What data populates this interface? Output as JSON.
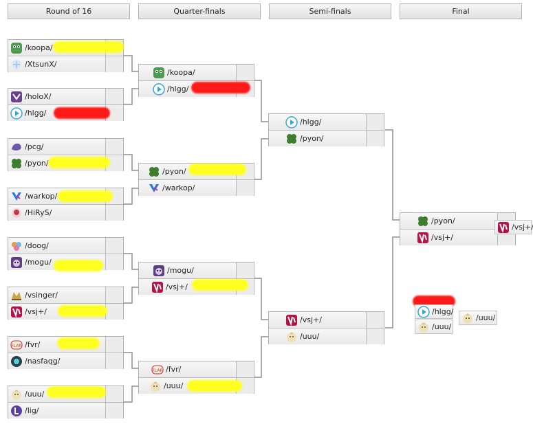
{
  "headers": {
    "r16": "Round of 16",
    "qf": "Quarter-finals",
    "sf": "Semi-finals",
    "final": "Final"
  },
  "r16": [
    [
      "/koopa/",
      "/XtsunX/"
    ],
    [
      "/holoX/",
      "/hlgg/"
    ],
    [
      "/pcg/",
      "/pyon/"
    ],
    [
      "/warkop/",
      "/HiRyS/"
    ],
    [
      "/doog/",
      "/mogu/"
    ],
    [
      "/vsinger/",
      "/vsj+/"
    ],
    [
      "/fvr/",
      "/nasfaqg/"
    ],
    [
      "/uuu/",
      "/lig/"
    ]
  ],
  "qf": [
    [
      "/koopa/",
      "/hlgg/"
    ],
    [
      "/pyon/",
      "/warkop/"
    ],
    [
      "/mogu/",
      "/vsj+/"
    ],
    [
      "/fvr/",
      "/uuu/"
    ]
  ],
  "sf": [
    [
      "/hlgg/",
      "/pyon/"
    ],
    [
      "/vsj+/",
      "/uuu/"
    ]
  ],
  "final": {
    "top": "/pyon/",
    "bottom": "/vsj+/",
    "champion": "/vsj+/"
  },
  "third_place": {
    "top": "/hlgg/",
    "bottom": "/uuu/",
    "winner": "/uuu/"
  },
  "colors": {
    "highlight_yellow": "#ffff22",
    "highlight_red": "#ff1a1a",
    "line": "#8e8e8e"
  }
}
